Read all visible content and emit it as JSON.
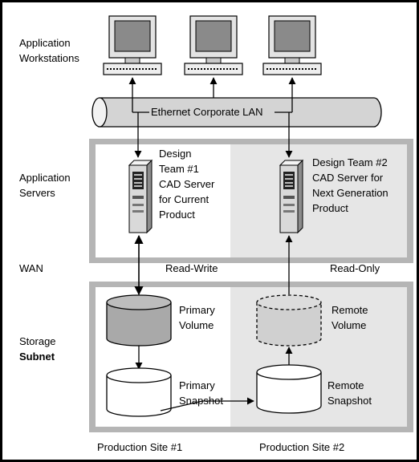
{
  "tiers": {
    "workstations": "Application\nWorkstations",
    "servers": "Application\nServers",
    "wan": "WAN",
    "storage": "Storage",
    "subnet": "Subnet"
  },
  "lan_label": "Ethernet Corporate LAN",
  "servers": {
    "server1": "Design\nTeam #1\nCAD Server\nfor Current\nProduct",
    "server2": "Design Team #2\nCAD Server for\nNext Generation\nProduct"
  },
  "access": {
    "read_write": "Read-Write",
    "read_only": "Read-Only"
  },
  "volumes": {
    "primary_volume": "Primary\nVolume",
    "remote_volume": "Remote\nVolume",
    "primary_snapshot": "Primary\nSnapshot",
    "remote_snapshot": "Remote\nSnapshot"
  },
  "sites": {
    "site1": "Production Site #1",
    "site2": "Production Site #2"
  },
  "colors": {
    "panel_left": "#ffffff",
    "panel_right": "#e6e6e6",
    "panel_border": "#b5b5b5",
    "pipe_fill": "#d4d4d4",
    "cylinder_dark": "#a9a9a9",
    "cylinder_light": "#d0d0d0"
  }
}
